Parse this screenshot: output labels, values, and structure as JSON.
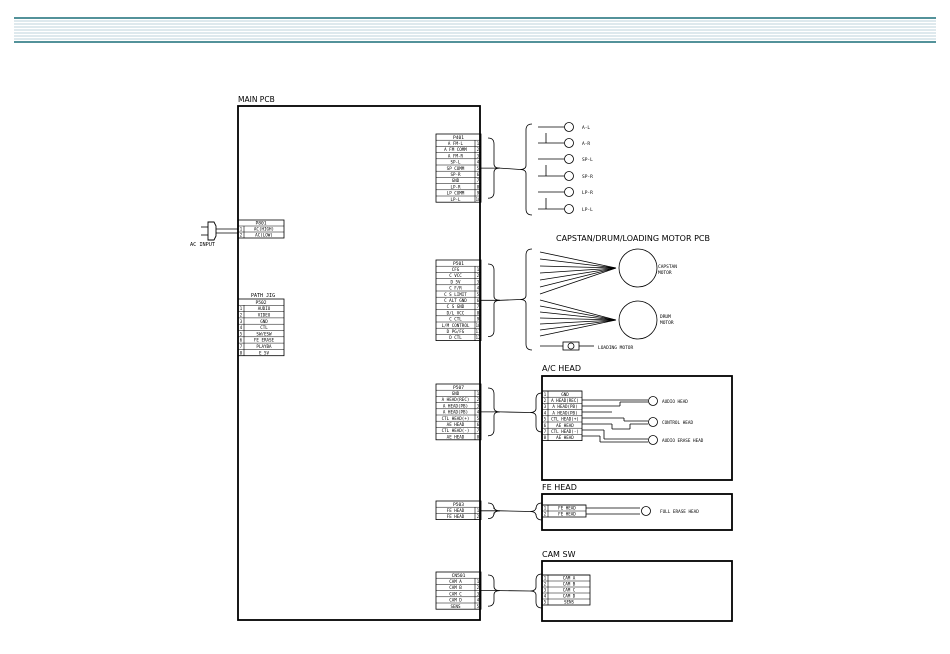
{
  "titles": {
    "main_pcb": "MAIN PCB",
    "motor_pcb": "CAPSTAN/DRUM/LOADING MOTOR PCB",
    "ac_head": "A/C HEAD",
    "fe_head": "FE HEAD",
    "cam_sw": "CAM SW"
  },
  "ac_input": {
    "label": "AC INPUT"
  },
  "connectors": {
    "p401": {
      "name": "P401",
      "pins": [
        "A FM-L",
        "A FM COMM",
        "A FM-R",
        "SP-L",
        "SP COMM",
        "SP-R",
        "GND",
        "LP-R",
        "LP COMM",
        "LP-L"
      ]
    },
    "p801": {
      "name": "P801",
      "pins": [
        "AC(HIGH)",
        "AC(LOW)"
      ]
    },
    "p502": {
      "name": "P502",
      "pins": [
        "AUDIO",
        "VIDEO",
        "GND",
        "CTL",
        "SW/ESW",
        "FE ERASE",
        "PLAYBA",
        "E 5V"
      ]
    },
    "p501": {
      "name": "P501",
      "pins": [
        "CFG",
        "C VCC",
        "D 5V",
        "C F/R",
        "C S LIMIT",
        "C ALT GND",
        "C S GND",
        "D/L VCC",
        "C CTL",
        "L/M CONTROL",
        "D PG/FG",
        "D CTL"
      ]
    },
    "p507": {
      "name": "P507",
      "pins": [
        "GND",
        "A HEAD(REC)",
        "A HEAD(PB)",
        "A HEAD(PB)",
        "CTL HEAD(+)",
        "AE HEAD",
        "CTL HEAD(-)",
        "AE HEAD"
      ]
    },
    "p503": {
      "name": "P503",
      "pins": [
        "FE HEAD",
        "FE HEAD"
      ]
    },
    "cn501": {
      "name": "CN501",
      "pins": [
        "CAM A",
        "CAM B",
        "CAM C",
        "CAM D",
        "SENS"
      ]
    },
    "ac_head_conn": {
      "pins": [
        "GND",
        "A HEAD(REC)",
        "A HEAD(PB)",
        "A HEAD(PB)",
        "CTL HEAD(+)",
        "AE HEAD",
        "CTL HEAD(-)",
        "AE HEAD"
      ]
    },
    "fe_head_conn": {
      "pins": [
        "FE HEAD",
        "FE HEAD"
      ]
    },
    "cam_sw_conn": {
      "pins": [
        "CAM A",
        "CAM B",
        "CAM C",
        "CAM D",
        "SENS"
      ]
    }
  },
  "jig_label": "PATH JIG",
  "speakers": [
    "A-L",
    "A-R",
    "SP-L",
    "SP-R",
    "LP-R",
    "LP-L"
  ],
  "motors": {
    "capstan": [
      "CAPSTAN",
      "MOTOR"
    ],
    "drum": [
      "DRUM",
      "MOTOR"
    ],
    "loading": "LOADING MOTOR"
  },
  "heads": {
    "audio": "AUDIO HEAD",
    "control": "CONTROL HEAD",
    "erase": "AUDIO ERASE HEAD",
    "full_erase": "FULL ERASE HEAD"
  }
}
